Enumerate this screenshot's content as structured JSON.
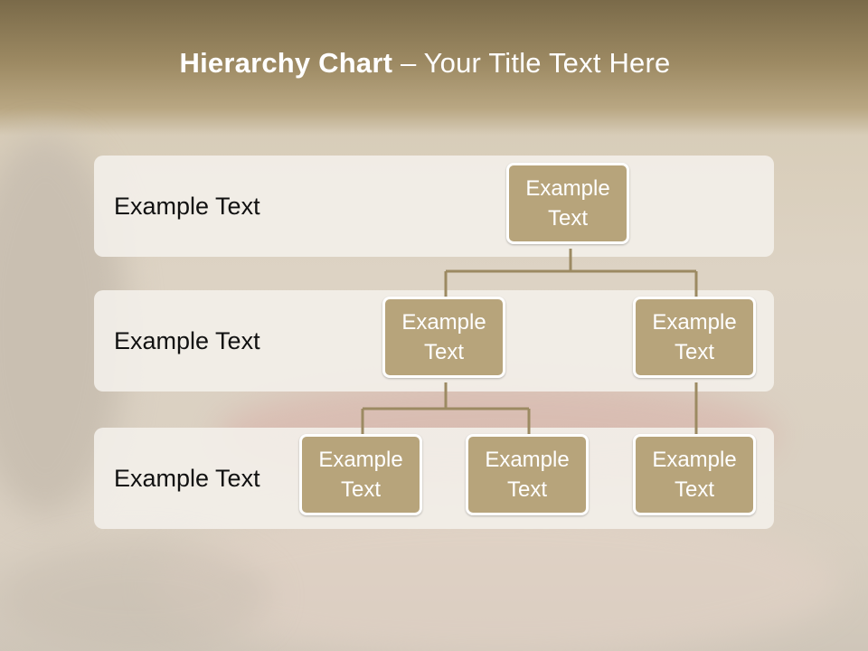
{
  "title": {
    "bold": "Hierarchy Chart",
    "rest": " – Your Title Text Here"
  },
  "levels": [
    {
      "label": "Example Text"
    },
    {
      "label": "Example Text"
    },
    {
      "label": "Example Text"
    }
  ],
  "nodes": {
    "root": "Example\nText",
    "l2_left": "Example\nText",
    "l2_right": "Example\nText",
    "l3_a": "Example\nText",
    "l3_b": "Example\nText",
    "l3_c": "Example\nText"
  },
  "colors": {
    "node_fill": "#b7a47b",
    "connector": "#9c8a62",
    "band": "#f3f0ea"
  }
}
